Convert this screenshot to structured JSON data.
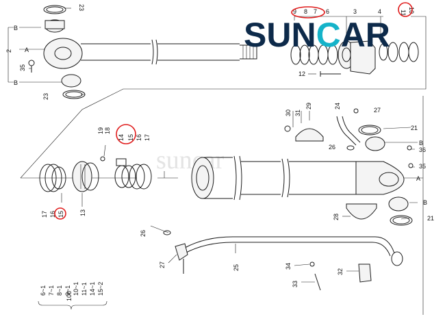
{
  "logo": {
    "text": "SUNCAR",
    "color_dark": "#0d2a4a",
    "color_accent": "#15b3c9"
  },
  "watermark": {
    "text": "suncar"
  },
  "colors": {
    "highlight": "#e01b1b",
    "line": "#1a1a1a"
  },
  "labels": {
    "p2": "2",
    "p3": "3",
    "p4": "4",
    "p6": "6",
    "p7": "7",
    "p8": "8",
    "p10": "10",
    "p11": "11",
    "p12": "12",
    "p13": "13",
    "p14": "14",
    "p15": "15",
    "p15b": "15",
    "p16": "16",
    "p16b": "16",
    "p17": "17",
    "p17b": "17",
    "p18": "18",
    "p19": "19",
    "p21a": "21",
    "p21b": "21",
    "p23a": "23",
    "p23b": "23",
    "p24": "24",
    "p25": "25",
    "p26a": "26",
    "p26b": "26",
    "p27a": "27",
    "p27b": "27",
    "p28": "28",
    "p29": "29",
    "p30": "30",
    "p31": "31",
    "p32": "32",
    "p33": "33",
    "p34": "34",
    "p35a": "35",
    "p35b": "35",
    "p36": "36",
    "A1": "A",
    "A2": "A",
    "B1": "B",
    "B2": "B",
    "B3": "B",
    "B4": "B",
    "p100": "100"
  },
  "kit_list": [
    "6~1",
    "7~1",
    "8~1",
    "9~1",
    "10~1",
    "11~1",
    "14~1",
    "15~2"
  ]
}
